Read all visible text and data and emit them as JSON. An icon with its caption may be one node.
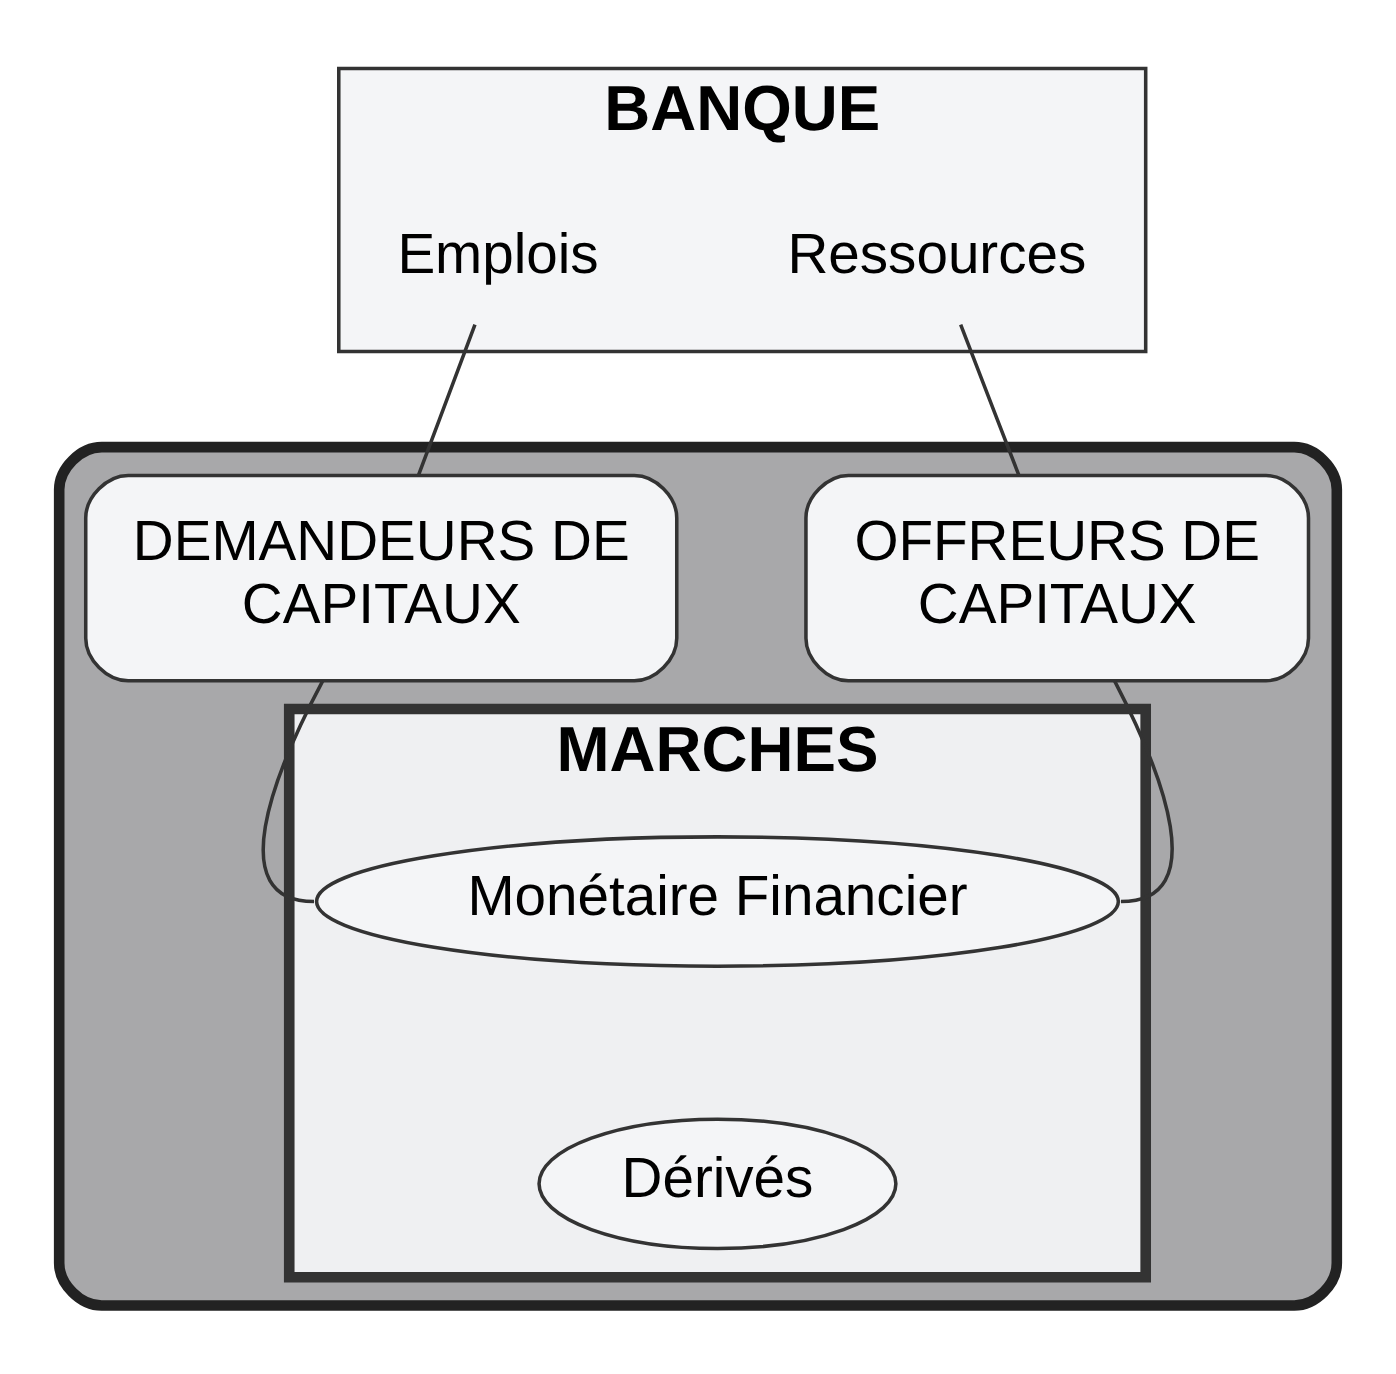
{
  "diagram": {
    "nodes": [
      {
        "text": [
          "BANQUE"
        ]
      },
      {
        "text": [
          "Emplois"
        ],
        "in": 0
      },
      {
        "text": [
          "Ressources"
        ],
        "in": 0
      },
      {
        "text": [],
        "shape": "box"
      },
      {
        "text": [
          "DEMANDEURS DE CAPITAUX"
        ],
        "in": 3
      },
      {
        "text": [
          "OFFREURS DE CAPITAUX"
        ],
        "in": 3
      },
      {
        "text": [
          "MARCHES"
        ],
        "in": 3
      },
      {
        "text": [
          "Monétaire Financier"
        ],
        "in": 6
      },
      {
        "text": [
          "Dérivés"
        ],
        "in": 6
      }
    ],
    "edges": [
      {
        "from": 1,
        "to": 4,
        "arrow": "none"
      },
      {
        "from": 2,
        "to": 5,
        "arrow": "none"
      },
      {
        "from": 4,
        "to": 7,
        "arrow": "none"
      },
      {
        "from": 5,
        "to": 7,
        "arrow": "none"
      }
    ]
  }
}
